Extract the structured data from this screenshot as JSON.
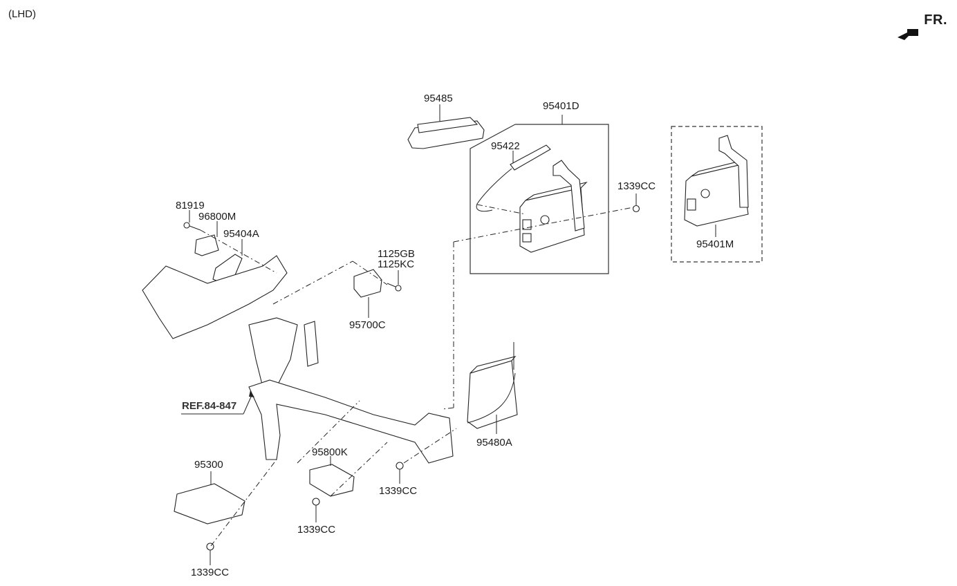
{
  "diagram": {
    "variant_label": "(LHD)",
    "direction_indicator": {
      "text": "FR.",
      "icon": "forward-arrow-icon"
    },
    "reference_label": "REF.84-847",
    "parts": [
      {
        "id": "p95485",
        "number": "95485"
      },
      {
        "id": "p95401D",
        "number": "95401D"
      },
      {
        "id": "p95422",
        "number": "95422"
      },
      {
        "id": "p1339CC_a",
        "number": "1339CC"
      },
      {
        "id": "p95401M",
        "number": "95401M"
      },
      {
        "id": "p81919",
        "number": "81919"
      },
      {
        "id": "p96800M",
        "number": "96800M"
      },
      {
        "id": "p95404A",
        "number": "95404A"
      },
      {
        "id": "p1125GB",
        "number": "1125GB"
      },
      {
        "id": "p1125KC",
        "number": "1125KC"
      },
      {
        "id": "p95700C",
        "number": "95700C"
      },
      {
        "id": "p95480A",
        "number": "95480A"
      },
      {
        "id": "p95800K",
        "number": "95800K"
      },
      {
        "id": "p1339CC_b",
        "number": "1339CC"
      },
      {
        "id": "p1339CC_c",
        "number": "1339CC"
      },
      {
        "id": "p95300",
        "number": "95300"
      },
      {
        "id": "p1339CC_d",
        "number": "1339CC"
      }
    ]
  }
}
